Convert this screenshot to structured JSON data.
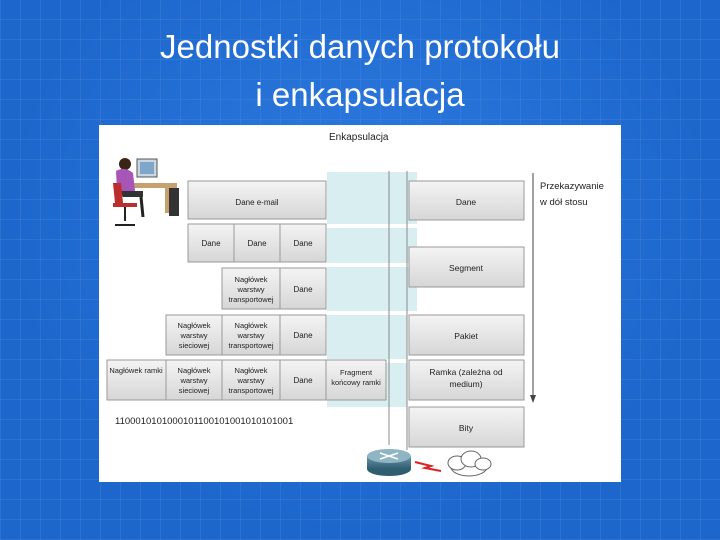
{
  "slide": {
    "title_line1": "Jednostki danych protokołu",
    "title_line2": "i enkapsulacja"
  },
  "figure": {
    "header": "Enkapsulacja",
    "direction_label_line1": "Przekazywanie",
    "direction_label_line2": "w dół stosu",
    "rows": [
      {
        "segments": [
          "Dane e-mail"
        ],
        "pdu": "Dane"
      },
      {
        "segments": [
          "Dane",
          "Dane",
          "Dane"
        ],
        "pdu": ""
      },
      {
        "segments": [
          "Nagłówek warstwy transportowej",
          "Dane"
        ],
        "pdu": "Segment"
      },
      {
        "segments": [
          "Nagłówek warstwy sieciowej",
          "Nagłówek warstwy transportowej",
          "Dane"
        ],
        "pdu": "Pakiet"
      },
      {
        "segments": [
          "Nagłówek ramki",
          "Nagłówek warstwy sieciowej",
          "Nagłówek warstwy transportowej",
          "Dane",
          "Fragment końcowy ramki"
        ],
        "pdu": "Ramka (zależna od medium)"
      },
      {
        "segments": [
          "1100010101000101100101001010101001"
        ],
        "pdu": "Bity"
      }
    ],
    "labels": {
      "email_data": "Dane e-mail",
      "data": "Dane",
      "transport_header": [
        "Nagłówek",
        "warstwy",
        "transportowej"
      ],
      "network_header": [
        "Nagłówek",
        "warstwy",
        "sieciowej"
      ],
      "frame_header": "Nagłówek ramki",
      "frame_trailer": [
        "Fragment",
        "końcowy ramki"
      ],
      "bits": "1100010101000101100101001010101001",
      "pdu_data": "Dane",
      "pdu_segment": "Segment",
      "pdu_packet": "Pakiet",
      "pdu_frame": [
        "Ramka (zależna od",
        "medium)"
      ],
      "pdu_bits": "Bity"
    },
    "colors": {
      "box_fill": "#e2e2e2",
      "box_stroke": "#9a9a9a",
      "band_fill": "#d8eef0",
      "header_strip": "#cfcfcf",
      "arrow": "#444444"
    },
    "icons": [
      "computer-user-icon",
      "router-icon",
      "lightning-link-icon",
      "cloud-icon"
    ]
  }
}
